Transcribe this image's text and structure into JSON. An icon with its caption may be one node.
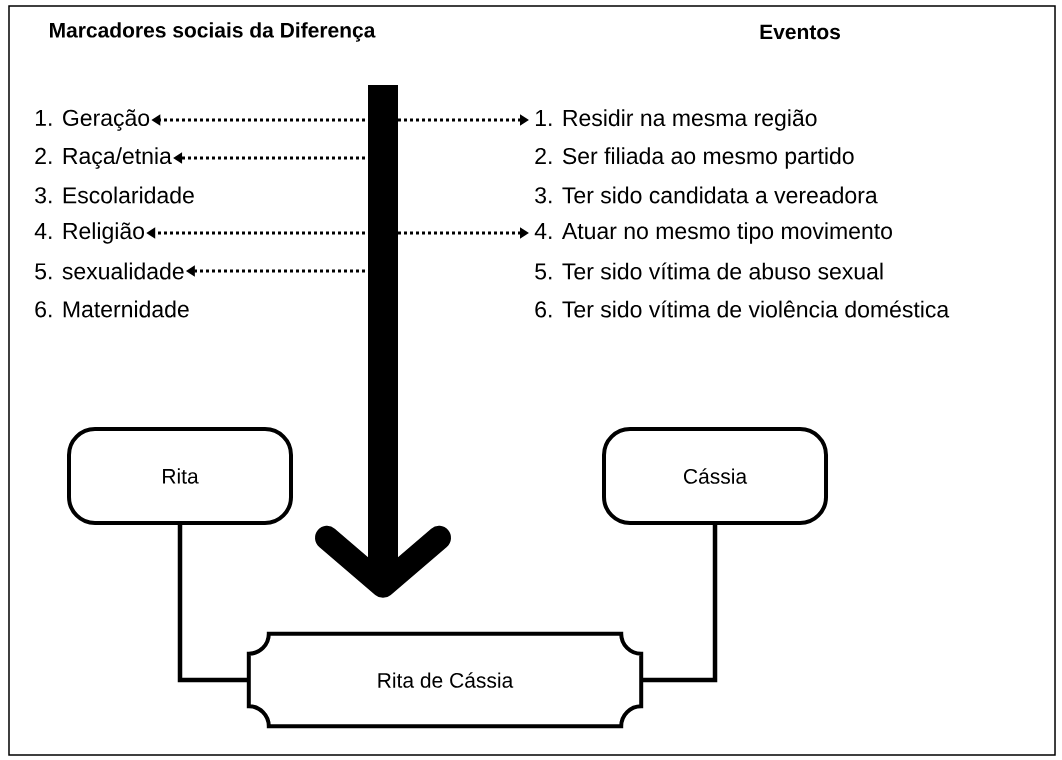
{
  "diagram": {
    "nodes": [
      {
        "text": [
          "1. Geração"
        ]
      },
      {
        "text": [
          "2. Raça/etnia"
        ]
      },
      {
        "text": [
          "3. Escolaridade"
        ]
      },
      {
        "text": [
          "4. Religião"
        ]
      },
      {
        "text": [
          "5. sexualidade"
        ]
      },
      {
        "text": [
          "6. Maternidade"
        ]
      },
      {
        "text": [
          "1. Residir na mesma região"
        ]
      },
      {
        "text": [
          "2. Ser filiada ao mesmo partido"
        ]
      },
      {
        "text": [
          "3. Ter sido candidata a vereadora"
        ]
      },
      {
        "text": [
          "4. Atuar no mesmo tipo movimento"
        ]
      },
      {
        "text": [
          "5. Ter sido vítima de abuso sexual"
        ]
      },
      {
        "text": [
          "6. Ter sido vítima de violência doméstica"
        ]
      },
      {
        "text": [
          "Rita"
        ]
      },
      {
        "text": [
          "Cássia"
        ]
      },
      {
        "text": [
          "Rita de Cássia"
        ]
      }
    ],
    "edges": [
      {
        "from": null,
        "to": 0,
        "arrow": "to",
        "style": "dashed"
      },
      {
        "from": null,
        "to": 1,
        "arrow": "to",
        "style": "dashed"
      },
      {
        "from": null,
        "to": 3,
        "arrow": "to",
        "style": "dashed"
      },
      {
        "from": null,
        "to": 4,
        "arrow": "to",
        "style": "dashed"
      },
      {
        "from": null,
        "to": 6,
        "arrow": "to",
        "style": "dashed"
      },
      {
        "from": null,
        "to": 9,
        "arrow": "to",
        "style": "dashed"
      },
      {
        "from": null,
        "to": 14,
        "arrow": "to",
        "style": "thick"
      },
      {
        "from": 12,
        "to": 14,
        "arrow": "none"
      },
      {
        "from": 13,
        "to": 14,
        "arrow": "none"
      }
    ],
    "labels": [
      "Marcadores sociais da Diferença",
      "Eventos"
    ]
  }
}
